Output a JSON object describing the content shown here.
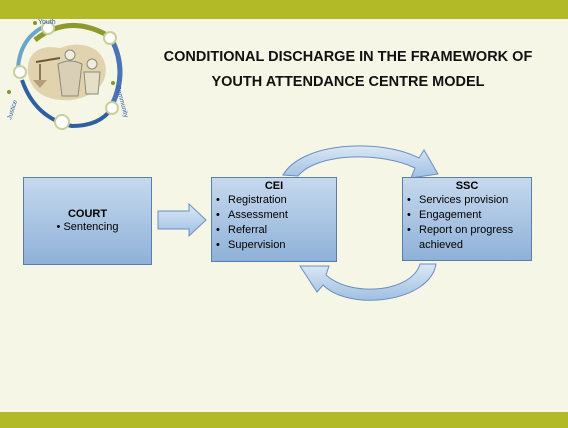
{
  "logo": {
    "name": "youth-justice-community-logo",
    "text_youth": "Youth",
    "text_justice": "Justice",
    "text_community": "Community"
  },
  "title": {
    "line1": "CONDITIONAL DISCHARGE IN THE FRAMEWORK OF",
    "line2": "YOUTH ATTENDANCE CENTRE MODEL"
  },
  "court": {
    "title": "COURT",
    "items": [
      "Sentencing"
    ]
  },
  "cei": {
    "title": "CEI",
    "items": [
      "Registration",
      "Assessment",
      "Referral",
      "Supervision"
    ]
  },
  "ssc": {
    "title": "SSC",
    "items": [
      "Services provision",
      "Engagement",
      "Report on progress achieved"
    ]
  },
  "colors": {
    "accent_bar": "#b2ba28",
    "background": "#f6f6e6",
    "box_fill_top": "#c6d9ee",
    "box_fill_bottom": "#8fb1d8",
    "box_border": "#5b7ea8"
  }
}
